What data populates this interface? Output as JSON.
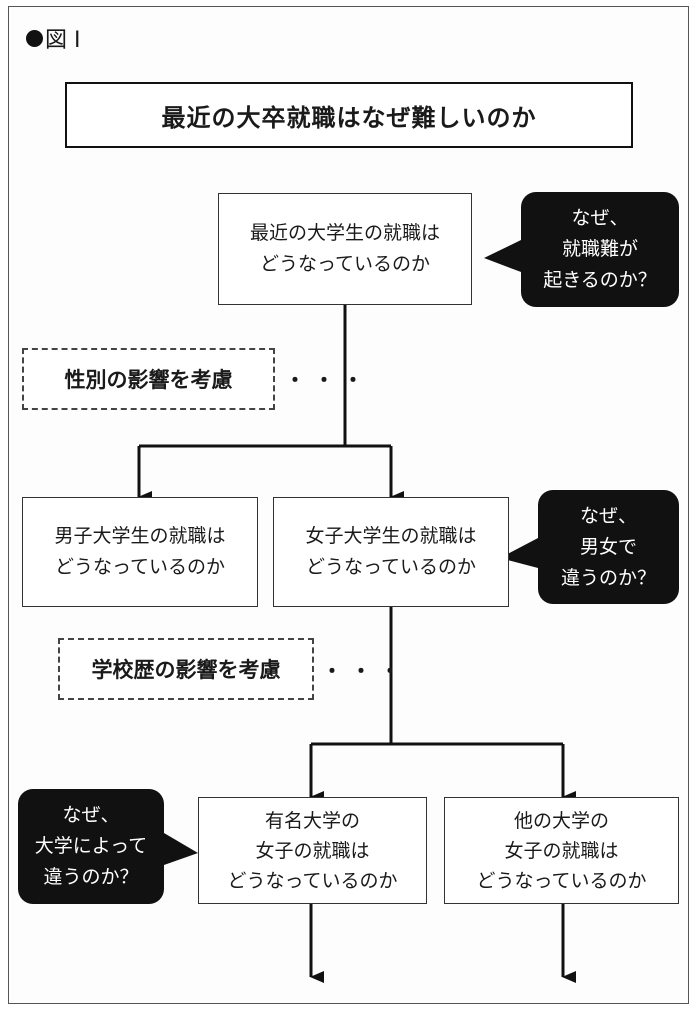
{
  "figure_label": "図 I",
  "title": "最近の大卒就職はなぜ難しいのか",
  "nodes": {
    "root": [
      "最近の大学生の就職は",
      "どうなっているのか"
    ],
    "male": [
      "男子大学生の就職は",
      "どうなっているのか"
    ],
    "female": [
      "女子大学生の就職は",
      "どうなっているのか"
    ],
    "famous_univ": [
      "有名大学の",
      "女子の就職は",
      "どうなっているのか"
    ],
    "other_univ": [
      "他の大学の",
      "女子の就職は",
      "どうなっているのか"
    ]
  },
  "notes": {
    "gender": "性別の影響を考慮",
    "school": "学校歴の影響を考慮",
    "ellipsis": "・・・"
  },
  "bubbles": {
    "why_difficult": [
      "なぜ、",
      "就職難が",
      "起きるのか？"
    ],
    "why_gender": [
      "なぜ、",
      "男女で",
      "違うのか？"
    ],
    "why_univ": [
      "なぜ、",
      "大学によって",
      "違うのか？"
    ]
  },
  "colors": {
    "line": "#111111",
    "bubble_fill": "#111111",
    "bubble_text": "#ffffff",
    "box_border": "#333333"
  }
}
